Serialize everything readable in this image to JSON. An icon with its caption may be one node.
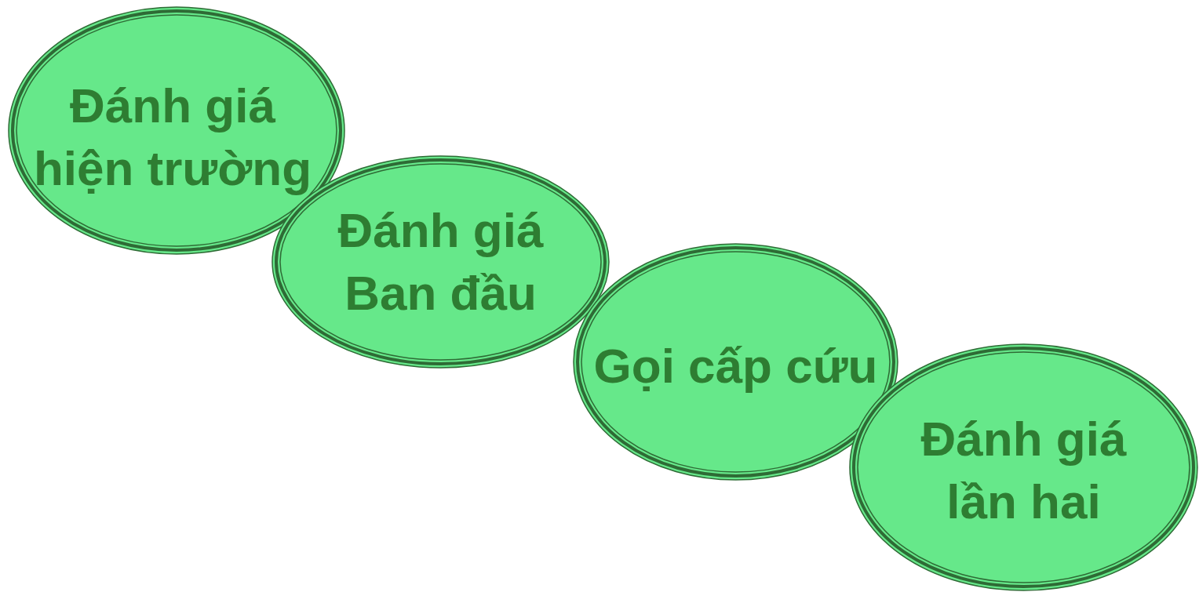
{
  "diagram": {
    "nodes": [
      {
        "text": [
          "Đánh giá hiện trường"
        ]
      },
      {
        "text": [
          "Đánh giá Ban đầu"
        ]
      },
      {
        "text": [
          "Gọi cấp cứu"
        ]
      },
      {
        "text": [
          "Đánh giá lần hai"
        ]
      }
    ]
  }
}
